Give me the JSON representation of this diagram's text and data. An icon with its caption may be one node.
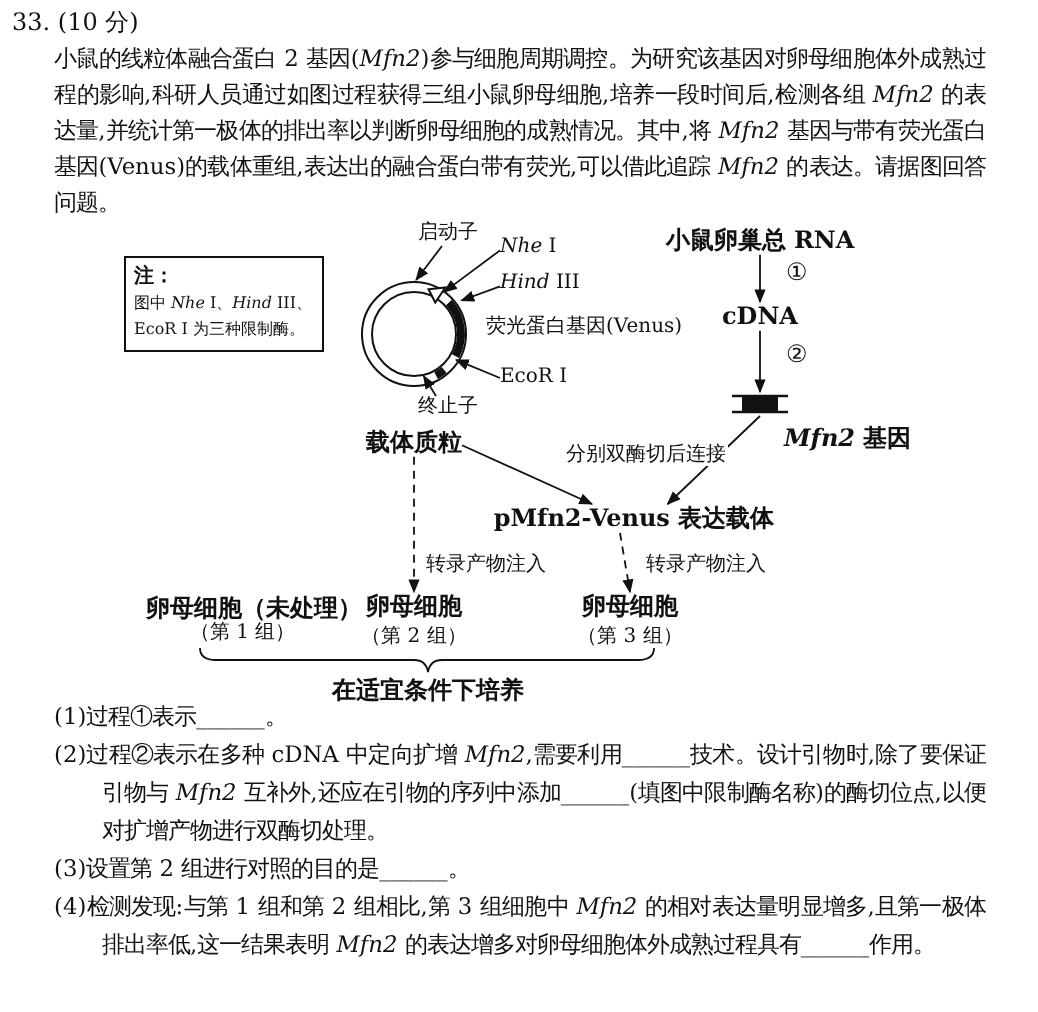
{
  "diagram": {
    "title": "33. (10 分)",
    "nodes": [
      {
        "text": [
          "注：",
          "图中 *Nhe* I、*Hind* III、EcoR I 为三种限制酶。"
        ]
      },
      {
        "text": [
          "启动子"
        ]
      },
      {
        "text": [
          "*Nhe* I"
        ]
      },
      {
        "text": [
          "*Hind* III"
        ]
      },
      {
        "text": [],
        "shape": "picture"
      },
      {
        "text": [
          "EcoR I"
        ]
      },
      {
        "text": [
          "终止子"
        ]
      },
      {
        "text": [
          "载体质粒"
        ]
      },
      {
        "text": [
          "小鼠卵巢总 RNA"
        ]
      },
      {
        "text": [
          "cDNA"
        ]
      },
      {
        "text": [],
        "shape": "bar",
        "beside": [
          "*Mfn2* 基因"
        ]
      },
      {
        "text": [
          "pMfn2-Venus 表达载体"
        ]
      },
      {
        "text": [
          "卵母细胞",
          "（第 2 组）"
        ]
      },
      {
        "text": [
          "卵母细胞",
          "（第 3 组）"
        ]
      }
    ],
    "edges": [
      {
        "from": 1,
        "to": 4,
        "arrow": "to"
      },
      {
        "from": 2,
        "to": 4,
        "arrow": "to"
      },
      {
        "from": 3,
        "to": 4,
        "arrow": "to"
      },
      {
        "from": 5,
        "to": 4,
        "arrow": "to"
      },
      {
        "from": 6,
        "to": 4,
        "arrow": "to"
      },
      {
        "from": 8,
        "to": 9,
        "arrow": "to",
        "label": "①"
      },
      {
        "from": 9,
        "to": 10,
        "arrow": "to",
        "label": "②"
      },
      {
        "from": 7,
        "to": 11,
        "arrow": "to",
        "label": "分别双酶切后连接"
      },
      {
        "from": 10,
        "to": 11,
        "arrow": "to"
      },
      {
        "from": 7,
        "to": 12,
        "arrow": "to",
        "style": "dashed",
        "label": "转录产物注入"
      },
      {
        "from": 11,
        "to": 13,
        "arrow": "to",
        "style": "dashed",
        "label": "转录产物注入"
      }
    ],
    "labels": [
      "小鼠的线粒体融合蛋白 2 基因(*Mfn2*)参与细胞周期调控。为研究该基因对卵母细胞体外成熟过程的影响,科研人员通过如图过程获得三组小鼠卵母细胞,培养一段时间后,检测各组 *Mfn2* 的表达量,并统计第一极体的排出率以判断卵母细胞的成熟情况。其中,将 *Mfn2* 基因与带有荧光蛋白基因(Venus)的载体重组,表达出的融合蛋白带有荧光,可以借此追踪 *Mfn2* 的表达。请据图回答问题。",
      "荧光蛋白基因(Venus)",
      "卵母细胞（未处理）",
      "（第 1 组）",
      "在适宜条件下培养",
      "(1)过程①表示______。",
      "(2)过程②表示在多种 cDNA 中定向扩增 *Mfn2*,需要利用______技术。设计引物时,除了要保证引物与 *Mfn2* 互补外,还应在引物的序列中添加______(填图中限制酶名称)的酶切位点,以便对扩增产物进行双酶切处理。",
      "(3)设置第 2 组进行对照的目的是______。",
      "(4)检测发现:与第 1 组和第 2 组相比,第 3 组细胞中 *Mfn2* 的相对表达量明显增多,且第一极体排出率低,这一结果表明 *Mfn2* 的表达增多对卵母细胞体外成熟过程具有______作用。"
    ]
  }
}
